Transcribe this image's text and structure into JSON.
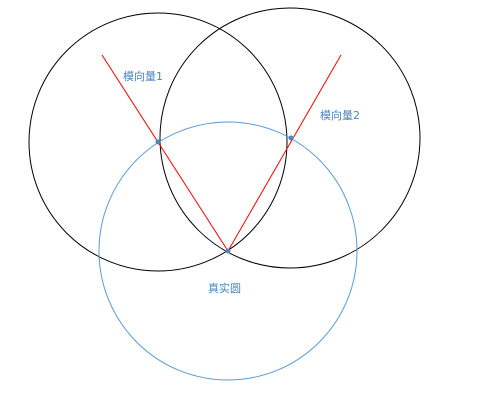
{
  "labels": {
    "vector1": "模向量1",
    "vector2": "模向量2",
    "true_circle": "真实圆"
  },
  "colors": {
    "circle_black": "#000000",
    "circle_blue": "#5b9bd5",
    "vector_red": "#ff0000",
    "label_blue": "#4a86c0",
    "point_blue": "#4a86c0"
  }
}
